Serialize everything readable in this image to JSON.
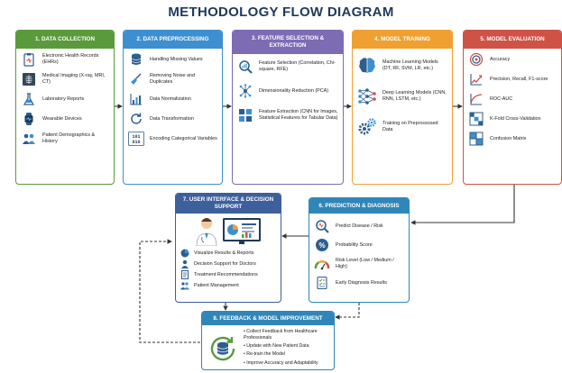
{
  "title": "METHODOLOGY FLOW DIAGRAM",
  "colors": {
    "green": "#5a9a3c",
    "blue": "#3d8fcf",
    "purple": "#7d6bb3",
    "orange": "#f0a030",
    "red": "#cf5247",
    "navy": "#2d5e8e",
    "teal": "#2f86b8"
  },
  "stages": {
    "data_collection": {
      "label": "1. DATA COLLECTION",
      "items": [
        {
          "icon": "clipboard-icon",
          "text": "Electronic Health Records (EHRs)"
        },
        {
          "icon": "xray-icon",
          "text": "Medical Imaging (X-ray, MRI, CT)"
        },
        {
          "icon": "flask-icon",
          "text": "Laboratory Reports"
        },
        {
          "icon": "watch-icon",
          "text": "Wearable Devices"
        },
        {
          "icon": "people-icon",
          "text": "Patient Demographics & History"
        }
      ]
    },
    "preprocessing": {
      "label": "2. DATA PREPROCESSING",
      "items": [
        {
          "icon": "database-icon",
          "text": "Handling Missing Values"
        },
        {
          "icon": "broom-icon",
          "text": "Removing Noise and Duplicates"
        },
        {
          "icon": "bar-chart-icon",
          "text": "Data Normalization"
        },
        {
          "icon": "cycle-icon",
          "text": "Data Transformation"
        },
        {
          "icon": "binary-icon",
          "text": "Encoding Categorical Variables"
        }
      ]
    },
    "feature_selection": {
      "label": "3. FEATURE SELECTION & EXTRACTION",
      "items": [
        {
          "icon": "magnifier-chart-icon",
          "text": "Feature Selection (Correlation, Chi-square, RFE)"
        },
        {
          "icon": "network-icon",
          "text": "Dimensionality Reduction (PCA)"
        },
        {
          "icon": "grid-icon",
          "text": "Feature Extraction (CNN for Images, Statistical Features for Tabular Data)"
        }
      ]
    },
    "model_training": {
      "label": "4. MODEL TRAINING",
      "items": [
        {
          "icon": "brain-icon",
          "text": "Machine Learning Models (DT, RF, SVM, LR, etc.)"
        },
        {
          "icon": "neural-net-icon",
          "text": "Deep Learning Models (CNN, RNN, LSTM, etc.)"
        },
        {
          "icon": "gears-icon",
          "text": "Training on Preprocessed Data"
        }
      ]
    },
    "model_evaluation": {
      "label": "5. MODEL EVALUATION",
      "items": [
        {
          "icon": "target-icon",
          "text": "Accuracy"
        },
        {
          "icon": "trend-chart-icon",
          "text": "Precision, Recall, F1-score"
        },
        {
          "icon": "roc-curve-icon",
          "text": "ROC-AUC"
        },
        {
          "icon": "kfold-icon",
          "text": "K-Fold Cross-Validation"
        },
        {
          "icon": "matrix-icon",
          "text": "Confusion Matrix"
        }
      ]
    },
    "prediction": {
      "label": "6. PREDICTION & DIAGNOSIS",
      "items": [
        {
          "icon": "magnifier-pulse-icon",
          "text": "Predict Disease / Risk"
        },
        {
          "icon": "percent-icon",
          "text": "Probability Score"
        },
        {
          "icon": "gauge-icon",
          "text": "Risk Level (Low / Medium / High)"
        },
        {
          "icon": "checklist-icon",
          "text": "Early Diagnosis Results"
        }
      ]
    },
    "user_interface": {
      "label": "7. USER INTERFACE & DECISION SUPPORT",
      "items": [
        {
          "icon": "pie-icon",
          "text": "Visualize Results & Reports"
        },
        {
          "icon": "person-icon",
          "text": "Decision Support for Doctors"
        },
        {
          "icon": "document-icon",
          "text": "Treatment Recommendations"
        },
        {
          "icon": "team-icon",
          "text": "Patient Management"
        }
      ]
    },
    "feedback": {
      "label": "8. FEEDBACK & MODEL IMPROVEMENT",
      "items": [
        "Collect Feedback from Healthcare Professionals",
        "Update with New Patient Data",
        "Re-train the Model",
        "Improve Accuracy and Adaptability"
      ]
    }
  }
}
